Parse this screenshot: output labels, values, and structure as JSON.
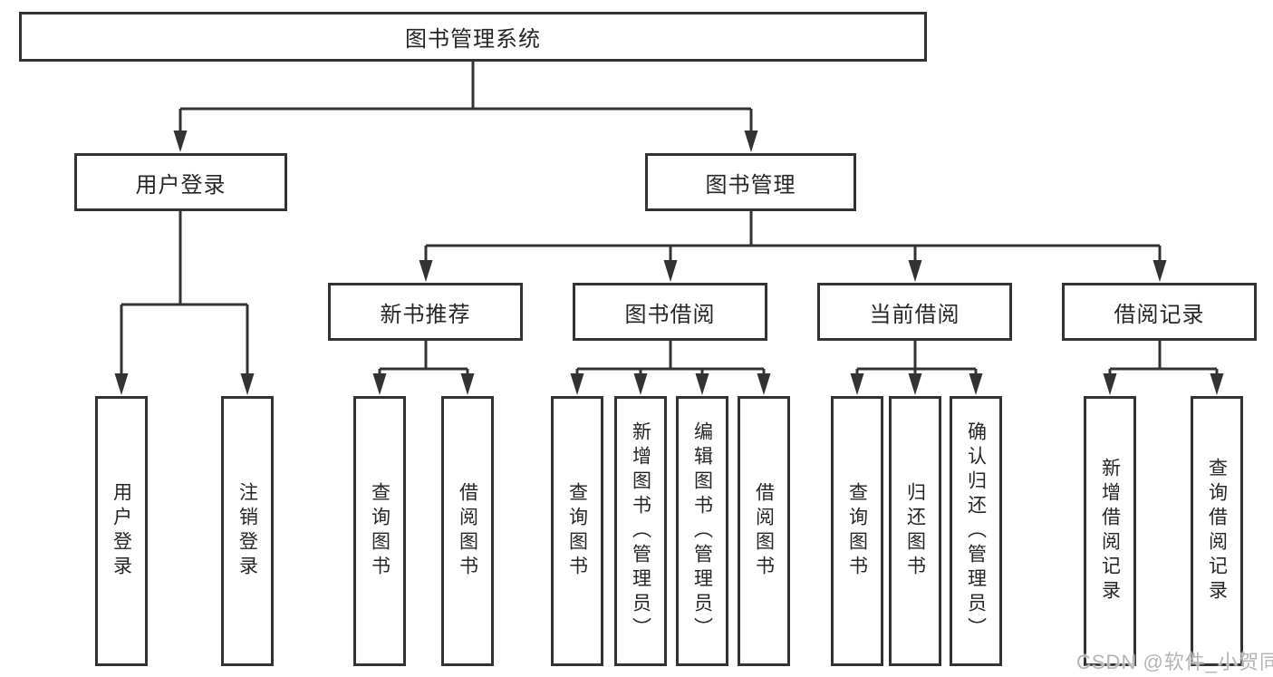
{
  "root": {
    "label": "图书管理系统"
  },
  "level2": [
    {
      "label": "用户登录",
      "parent": "图书管理系统"
    },
    {
      "label": "图书管理",
      "parent": "图书管理系统"
    }
  ],
  "level3": [
    {
      "label": "新书推荐",
      "parent": "图书管理"
    },
    {
      "label": "图书借阅",
      "parent": "图书管理"
    },
    {
      "label": "当前借阅",
      "parent": "图书管理"
    },
    {
      "label": "借阅记录",
      "parent": "图书管理"
    }
  ],
  "leaves": [
    {
      "label": "用户登录",
      "parent": "用户登录"
    },
    {
      "label": "注销登录",
      "parent": "用户登录"
    },
    {
      "label": "查询图书",
      "parent": "新书推荐"
    },
    {
      "label": "借阅图书",
      "parent": "新书推荐"
    },
    {
      "label": "查询图书",
      "parent": "图书借阅"
    },
    {
      "label": "新增图书（管理员）",
      "parent": "图书借阅"
    },
    {
      "label": "编辑图书（管理员）",
      "parent": "图书借阅"
    },
    {
      "label": "借阅图书",
      "parent": "图书借阅"
    },
    {
      "label": "查询图书",
      "parent": "当前借阅"
    },
    {
      "label": "归还图书",
      "parent": "当前借阅"
    },
    {
      "label": "确认归还（管理员）",
      "parent": "当前借阅"
    },
    {
      "label": "新增借阅记录",
      "parent": "借阅记录"
    },
    {
      "label": "查询借阅记录",
      "parent": "借阅记录"
    }
  ],
  "watermark": {
    "text": "CSDN @软件_小贺同学"
  },
  "colors": {
    "line": "#333333",
    "box_border": "#333333",
    "text": "#262626",
    "background": "#ffffff",
    "watermark": "#b5b5b5"
  }
}
